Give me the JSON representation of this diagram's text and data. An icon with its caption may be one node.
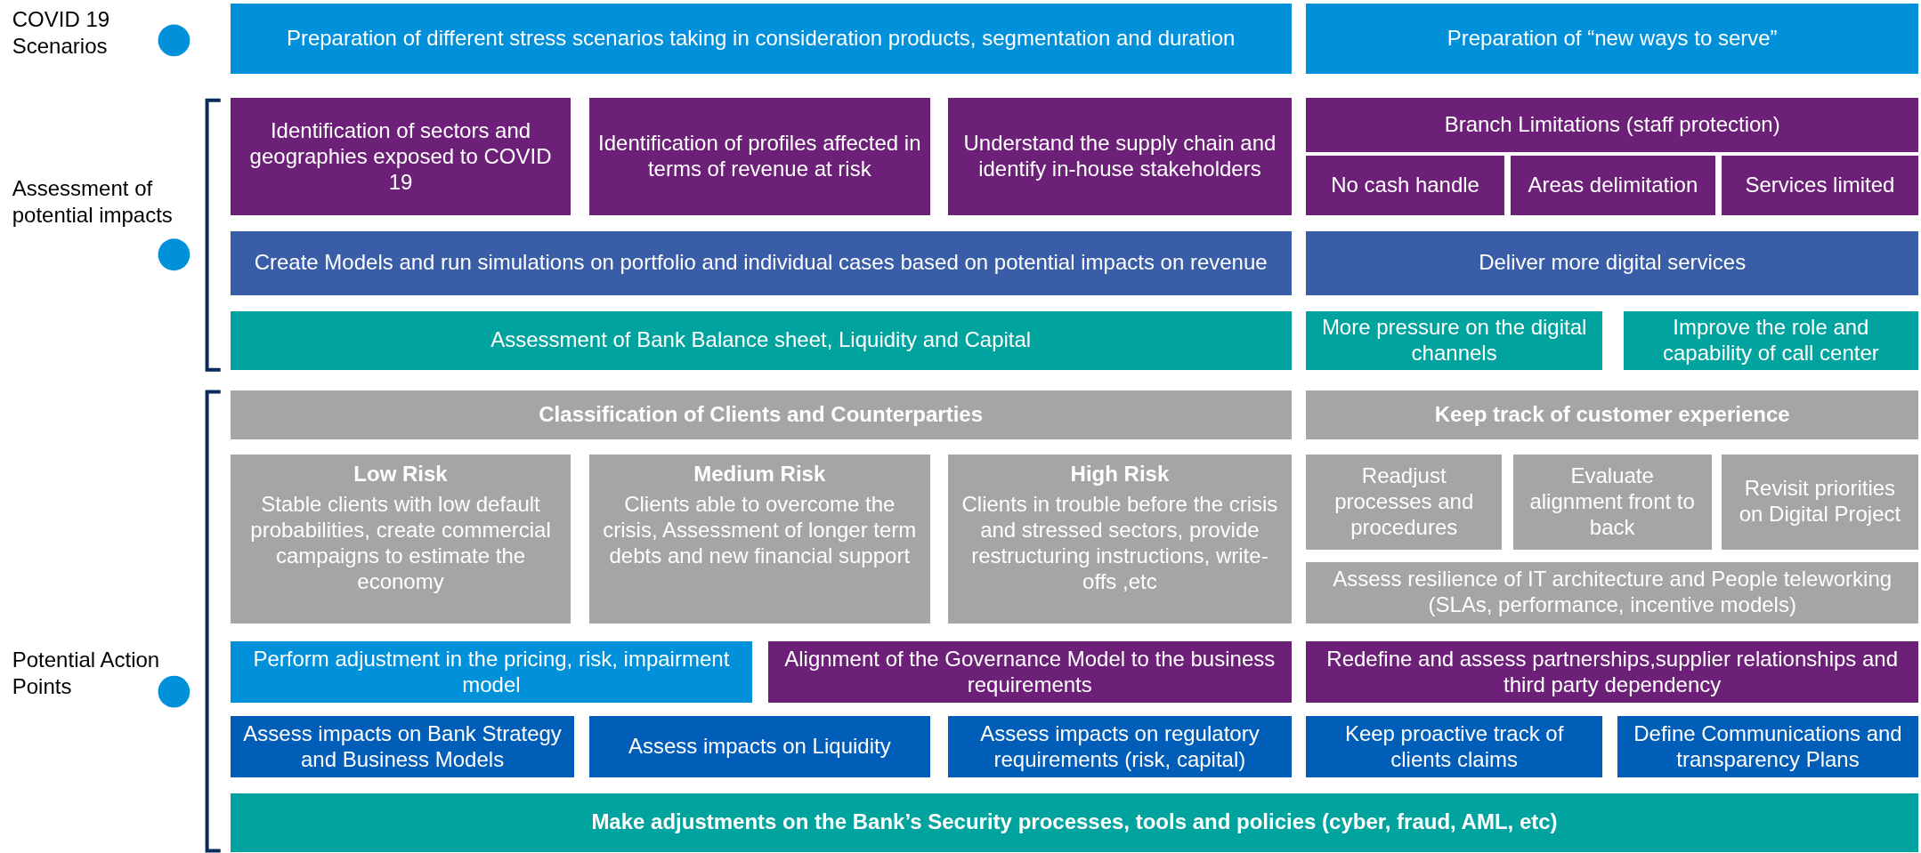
{
  "diagram": {
    "nodes": [
      {
        "text": [
          "Preparation of different stress scenarios taking in consideration products, segmentation and duration"
        ]
      },
      {
        "text": [
          "Preparation of “new ways to serve”"
        ]
      },
      {
        "text": [
          "Identification of sectors and geographies exposed to COVID 19"
        ]
      },
      {
        "text": [
          "Identification of profiles affected in terms of revenue at risk"
        ]
      },
      {
        "text": [
          "Understand the supply chain and identify in-house stakeholders"
        ]
      },
      {
        "text": [
          "Branch Limitations (staff protection)"
        ]
      },
      {
        "text": [
          "No cash handle"
        ]
      },
      {
        "text": [
          "Areas delimitation"
        ]
      },
      {
        "text": [
          "Services limited"
        ]
      },
      {
        "text": [
          "Create Models and run simulations on portfolio and individual cases based on potential impacts on revenue"
        ]
      },
      {
        "text": [
          "Deliver more digital services"
        ]
      },
      {
        "text": [
          "Assessment of Bank Balance sheet, Liquidity and Capital"
        ]
      },
      {
        "text": [
          "More pressure on the digital channels"
        ]
      },
      {
        "text": [
          "Improve the role and capability of call center"
        ]
      },
      {
        "text": [
          "Classification of Clients and Counterparties"
        ]
      },
      {
        "text": [
          "Keep track of customer experience"
        ]
      },
      {
        "text": [
          "Low Risk",
          "Stable clients with low default probabilities, create commercial campaigns to estimate the economy"
        ]
      },
      {
        "text": [
          "Medium Risk",
          "Clients able to overcome the crisis, Assessment of longer term debts and new financial support"
        ]
      },
      {
        "text": [
          "High Risk",
          "Clients in trouble before the crisis and stressed sectors, provide restructuring instructions, write-offs ,etc"
        ]
      },
      {
        "text": [
          "Readjust processes and procedures"
        ]
      },
      {
        "text": [
          "Evaluate alignment front to back"
        ]
      },
      {
        "text": [
          "Revisit priorities on Digital Project"
        ]
      },
      {
        "text": [
          "Assess resilience of IT architecture and People teleworking (SLAs, performance, incentive models)"
        ]
      },
      {
        "text": [
          "Perform adjustment in the pricing, risk, impairment model"
        ]
      },
      {
        "text": [
          "Alignment of the Governance Model to the business requirements"
        ]
      },
      {
        "text": [
          "Redefine and assess partnerships,supplier relationships and third party dependency"
        ]
      },
      {
        "text": [
          "Assess impacts on Bank Strategy and Business Models"
        ]
      },
      {
        "text": [
          "Assess impacts on Liquidity"
        ]
      },
      {
        "text": [
          "Assess impacts on regulatory requirements (risk, capital)"
        ]
      },
      {
        "text": [
          "Keep proactive track of clients claims"
        ]
      },
      {
        "text": [
          "Define Communications and transparency Plans"
        ]
      },
      {
        "text": [
          "Make adjustments on the Bank’s Security processes, tools and policies (cyber, fraud, AML, etc)"
        ]
      }
    ],
    "edges": [],
    "labels": [
      "COVID 19 Scenarios",
      "Assessment of potential impacts",
      "Potential Action Points"
    ]
  }
}
